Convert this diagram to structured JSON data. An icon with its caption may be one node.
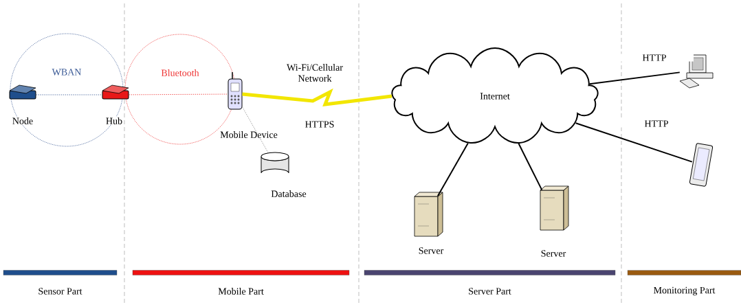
{
  "diagram": {
    "nodes": [
      {
        "text": [
          "Node"
        ]
      },
      {
        "text": [
          "Hub"
        ]
      },
      {
        "text": [
          "Mobile Device"
        ]
      },
      {
        "text": [
          "Database"
        ]
      },
      {
        "text": [
          "Internet"
        ]
      },
      {
        "text": [
          "Server"
        ]
      },
      {
        "text": [
          "Server"
        ]
      },
      {
        "text": [],
        "shape": "picture"
      },
      {
        "text": [],
        "shape": "picture"
      },
      {
        "text": [
          "Sensor Part"
        ]
      },
      {
        "text": [
          "Mobile Part"
        ]
      },
      {
        "text": [
          "Server Part"
        ]
      },
      {
        "text": [
          "Monitoring Part"
        ]
      }
    ],
    "edges": [
      {
        "from": 0,
        "to": 1,
        "arrow": "none",
        "style": "dashed",
        "color": "#3b5a96"
      },
      {
        "from": 1,
        "to": 2,
        "arrow": "none",
        "style": "dashed",
        "color": "#ee3333"
      },
      {
        "from": 2,
        "to": 3,
        "arrow": "none",
        "style": "dashed",
        "color": "#888888"
      },
      {
        "from": 2,
        "to": 4,
        "arrow": "none",
        "label": "Wi-Fi/Cellular Network",
        "style": "thick",
        "color": "#f2e600"
      },
      {
        "from": 4,
        "to": 5,
        "arrow": "none"
      },
      {
        "from": 4,
        "to": 6,
        "arrow": "none"
      },
      {
        "from": 4,
        "to": 7,
        "arrow": "none",
        "label": "HTTP"
      },
      {
        "from": 4,
        "to": 8,
        "arrow": "none",
        "label": "HTTP"
      }
    ],
    "labels": [
      "WBAN",
      "Bluetooth",
      "HTTPS"
    ]
  }
}
